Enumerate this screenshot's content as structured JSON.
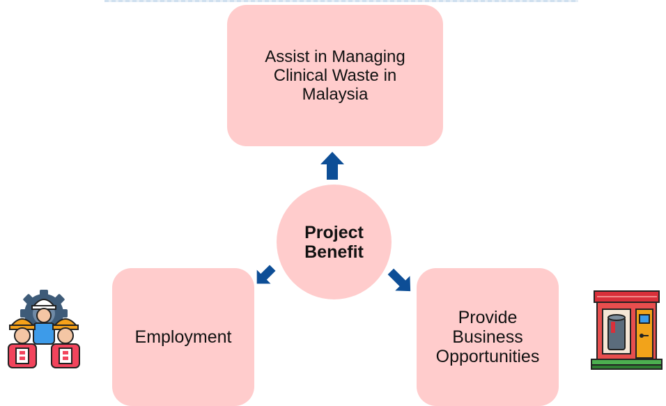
{
  "center": {
    "label": "Project\nBenefit"
  },
  "nodes": {
    "top": "Assist in Managing\nClinical Waste in\nMalaysia",
    "left": "Employment",
    "right": "Provide\nBusiness\nOpportunities"
  },
  "icons": {
    "left": "workers-gear-icon",
    "right": "shop-storefront-icon"
  },
  "colors": {
    "box_fill": "#ffcccc",
    "arrow": "#0d4e96"
  }
}
